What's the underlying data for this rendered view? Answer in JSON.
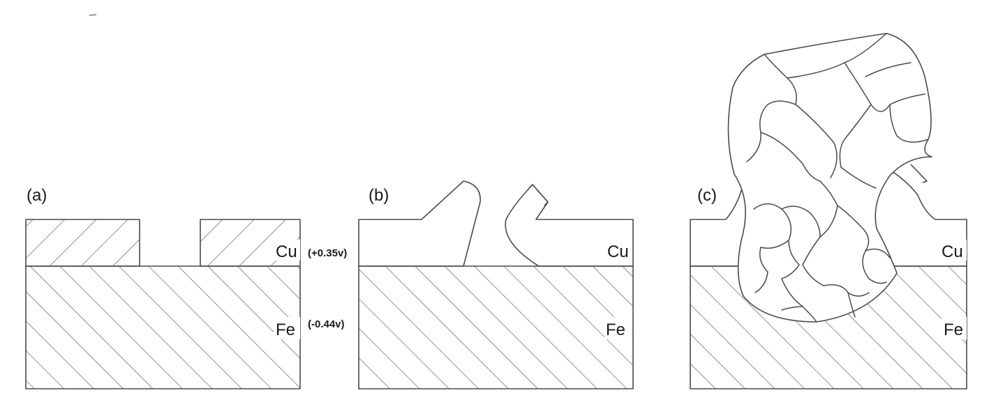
{
  "panels": {
    "a": {
      "label": "(a)",
      "top_metal": "Cu",
      "bottom_metal": "Fe"
    },
    "b": {
      "label": "(b)",
      "top_metal": "Cu",
      "bottom_metal": "Fe"
    },
    "c": {
      "label": "(c)",
      "top_metal": "Cu",
      "bottom_metal": "Fe"
    }
  },
  "potentials": {
    "cu": "(+0.35v)",
    "fe": "(-0.44v)"
  }
}
